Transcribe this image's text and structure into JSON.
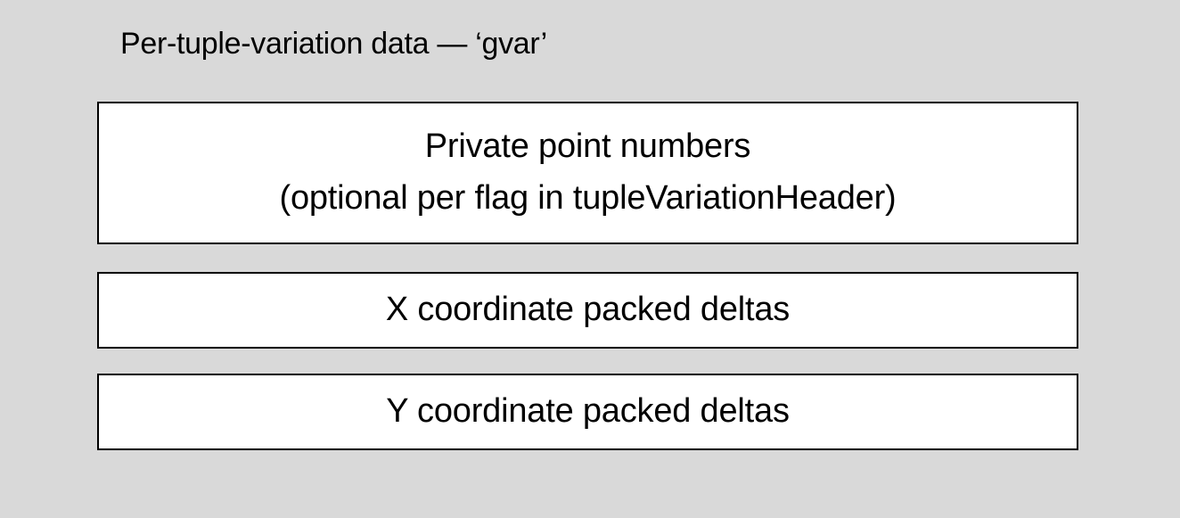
{
  "title": "Per-tuple-variation data — ‘gvar’",
  "boxes": [
    {
      "lines": [
        "Private point numbers",
        "(optional per flag in tupleVariationHeader)"
      ]
    },
    {
      "lines": [
        "X coordinate packed deltas"
      ]
    },
    {
      "lines": [
        "Y coordinate packed deltas"
      ]
    }
  ],
  "colors": {
    "background": "#d9d9d9",
    "box_fill": "#ffffff",
    "box_border": "#000000",
    "text": "#000000"
  }
}
